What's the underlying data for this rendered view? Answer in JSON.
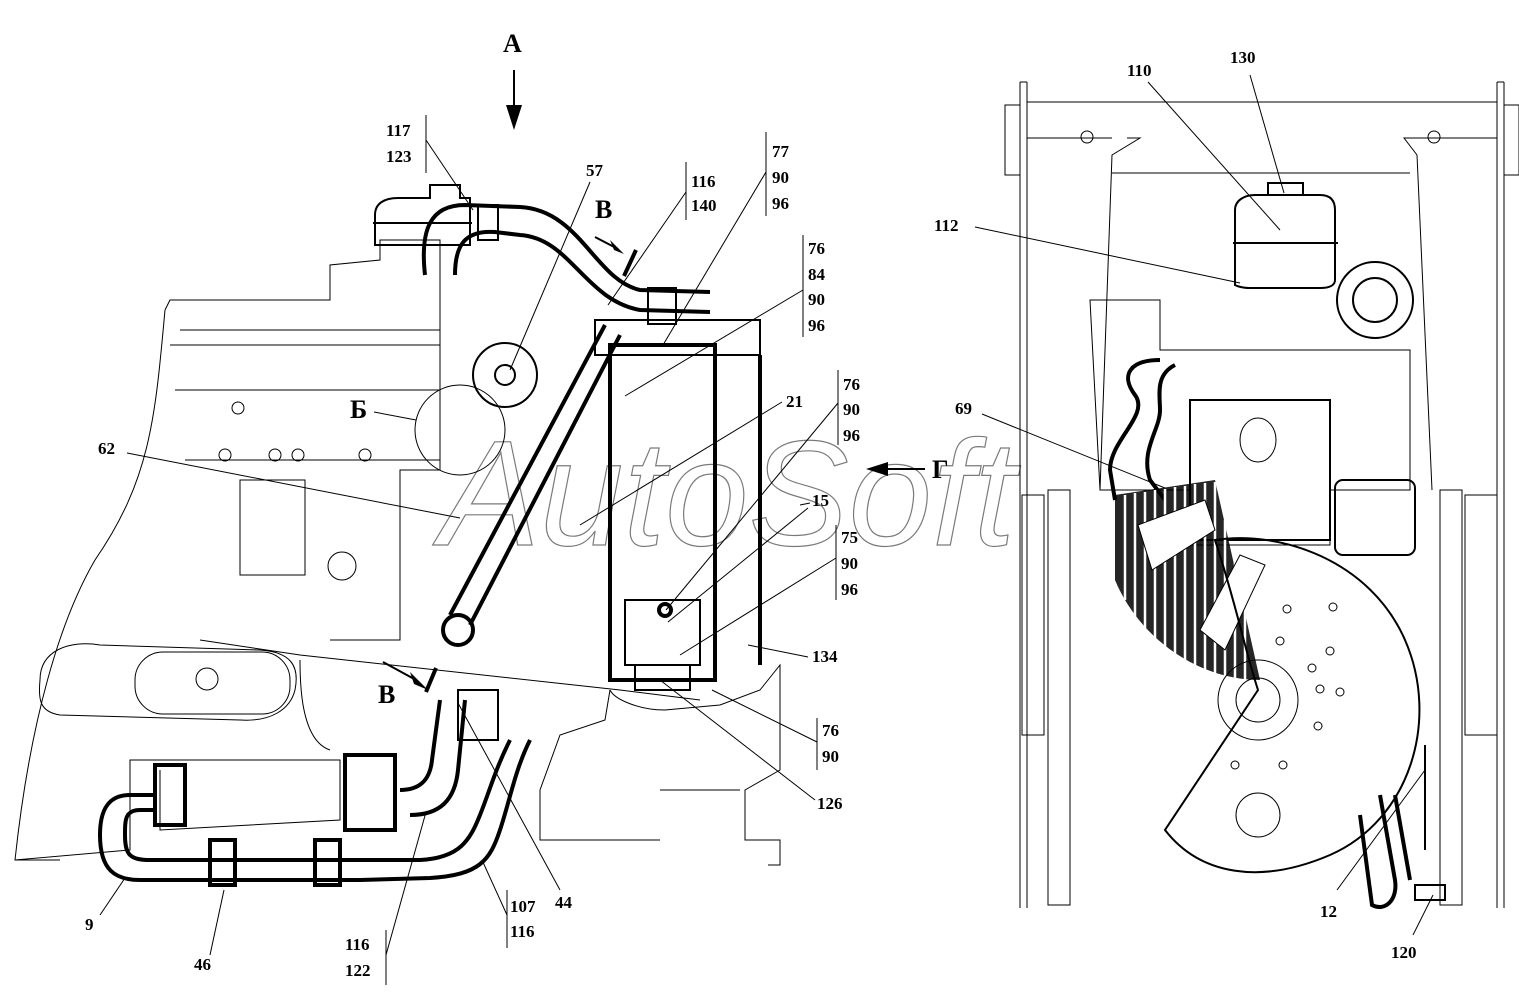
{
  "drawing": {
    "watermark": "AutoSoft",
    "view_markers": {
      "A": "А",
      "B_top": "В",
      "B_bottom": "В",
      "Be": "Б",
      "G": "Г"
    },
    "left_view": {
      "callouts": [
        {
          "id": "c117",
          "lines": [
            "117",
            "123"
          ]
        },
        {
          "id": "c57",
          "lines": [
            "57"
          ]
        },
        {
          "id": "c116a",
          "lines": [
            "116",
            "140"
          ]
        },
        {
          "id": "c77",
          "lines": [
            "77",
            "90",
            "96"
          ]
        },
        {
          "id": "c76a",
          "lines": [
            "76",
            "84",
            "90",
            "96"
          ]
        },
        {
          "id": "c21",
          "lines": [
            "21"
          ]
        },
        {
          "id": "c62",
          "lines": [
            "62"
          ]
        },
        {
          "id": "c76b",
          "lines": [
            "76",
            "90",
            "96"
          ]
        },
        {
          "id": "c15",
          "lines": [
            "15"
          ]
        },
        {
          "id": "c75",
          "lines": [
            "75",
            "90",
            "96"
          ]
        },
        {
          "id": "c134",
          "lines": [
            "134"
          ]
        },
        {
          "id": "c76c",
          "lines": [
            "76",
            "90"
          ]
        },
        {
          "id": "c126",
          "lines": [
            "126"
          ]
        },
        {
          "id": "c9",
          "lines": [
            "9"
          ]
        },
        {
          "id": "c46",
          "lines": [
            "46"
          ]
        },
        {
          "id": "c116b",
          "lines": [
            "116",
            "122"
          ]
        },
        {
          "id": "c107",
          "lines": [
            "107",
            "116"
          ]
        },
        {
          "id": "c44",
          "lines": [
            "44"
          ]
        }
      ]
    },
    "right_view": {
      "callouts": [
        {
          "id": "c110",
          "lines": [
            "110"
          ]
        },
        {
          "id": "c130",
          "lines": [
            "130"
          ]
        },
        {
          "id": "c112",
          "lines": [
            "112"
          ]
        },
        {
          "id": "c69",
          "lines": [
            "69"
          ]
        },
        {
          "id": "c12",
          "lines": [
            "12"
          ]
        },
        {
          "id": "c120",
          "lines": [
            "120"
          ]
        }
      ]
    }
  }
}
